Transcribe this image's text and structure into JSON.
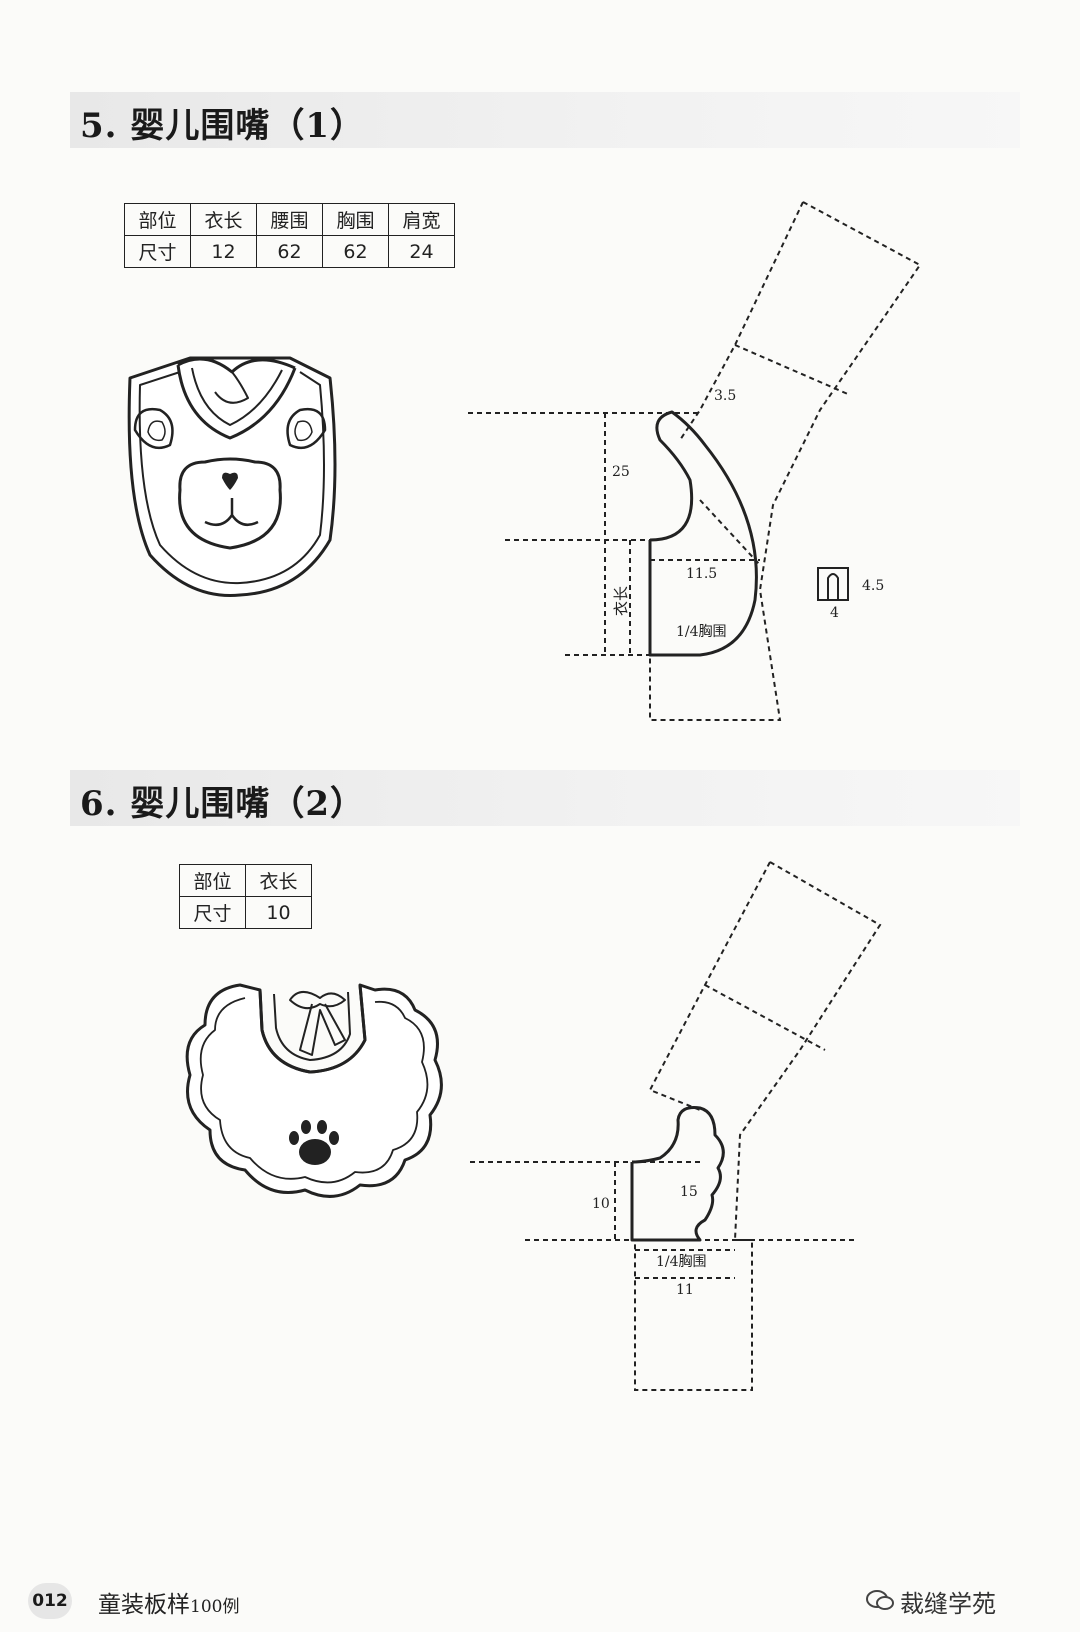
{
  "sections": [
    {
      "title": "5. 婴儿围嘴（1）",
      "table": {
        "headers": [
          "部位",
          "衣长",
          "腰围",
          "胸围",
          "肩宽"
        ],
        "row_label": "尺寸",
        "values": [
          "12",
          "62",
          "62",
          "24"
        ]
      },
      "pattern_labels": {
        "a": "3.5",
        "b": "25",
        "c": "11.5",
        "d": "衣长",
        "e": "1/4胸围",
        "f": "4.5",
        "g": "4"
      }
    },
    {
      "title": "6. 婴儿围嘴（2）",
      "table": {
        "headers": [
          "部位",
          "衣长"
        ],
        "row_label": "尺寸",
        "values": [
          "10"
        ]
      },
      "pattern_labels": {
        "a": "10",
        "b": "15",
        "c": "1/4胸围",
        "d": "11"
      }
    }
  ],
  "footer": {
    "page_number": "012",
    "book_title": "童装板样",
    "book_title_small": "100例",
    "watermark": "裁缝学苑"
  }
}
